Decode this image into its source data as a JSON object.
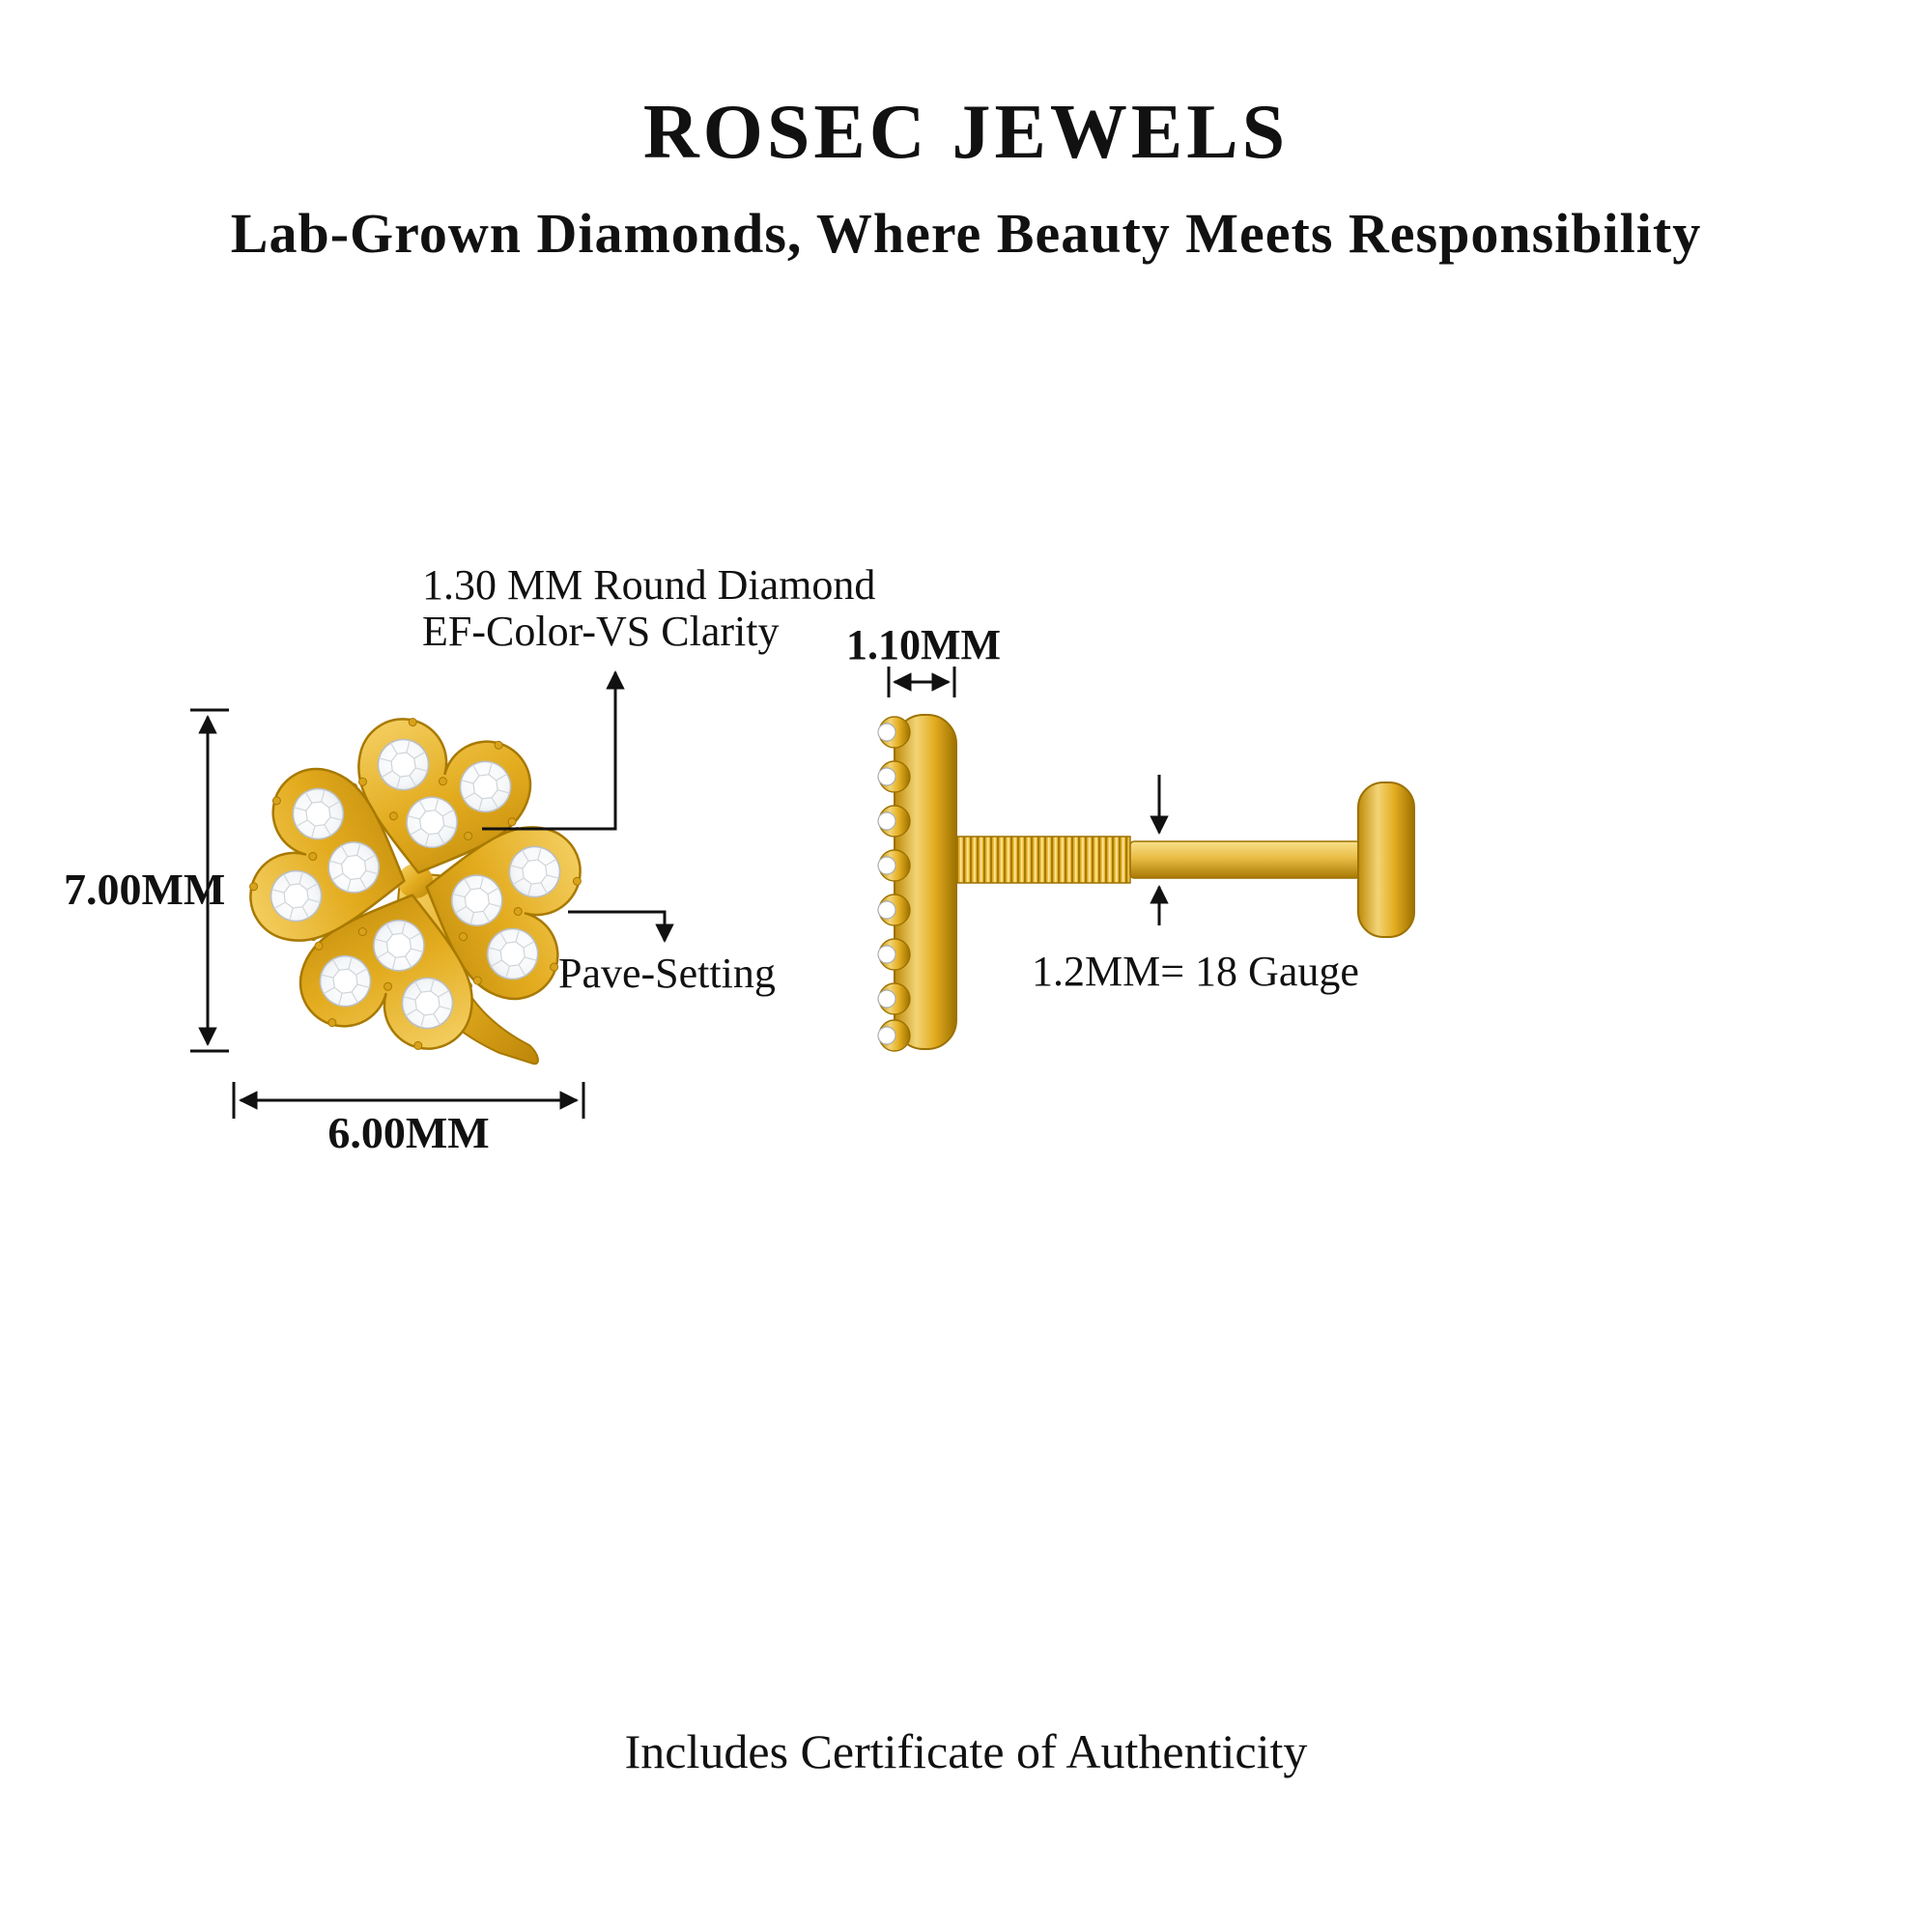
{
  "header": {
    "title": "ROSEC JEWELS",
    "subtitle": "Lab-Grown Diamonds, Where Beauty Meets Responsibility"
  },
  "front_view": {
    "diamond_note_line1": "1.30 MM Round Diamond",
    "diamond_note_line2": "EF-Color-VS Clarity",
    "setting_note": "Pave-Setting",
    "height": "7.00MM",
    "width": "6.00MM"
  },
  "side_view": {
    "top_width": "1.10MM",
    "post_gauge": "1.2MM= 18 Gauge"
  },
  "footer": {
    "note": "Includes Certificate of Authenticity"
  },
  "colors": {
    "gold": "#E3AC1F",
    "gold_light": "#F6D36A",
    "gold_dark": "#A87900",
    "diamond": "#FFFFFF",
    "line": "#111111"
  }
}
